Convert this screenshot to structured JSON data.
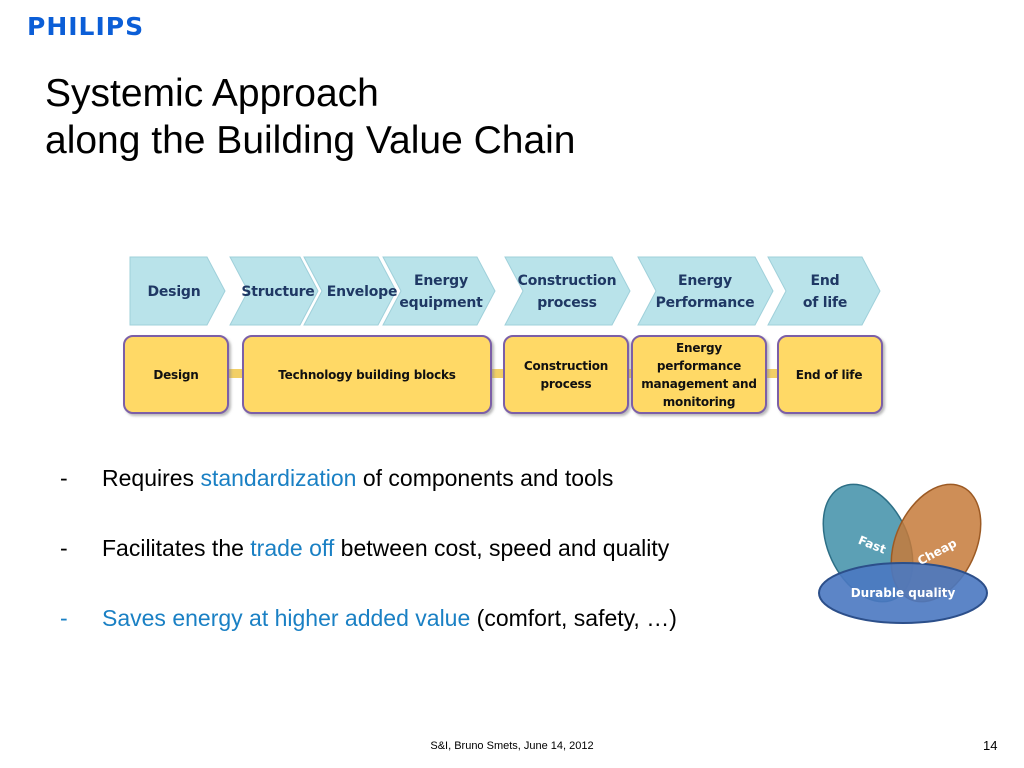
{
  "brand": {
    "logo_text": "PHILIPS"
  },
  "title": {
    "line1": "Systemic Approach",
    "line2": "along the Building Value Chain"
  },
  "chain": {
    "top_steps": [
      {
        "label": "Design"
      },
      {
        "label": "Structure"
      },
      {
        "label": "Envelope"
      },
      {
        "label": "Energy\nequipment"
      },
      {
        "label": "Construction\nprocess"
      },
      {
        "label": "Energy\nPerformance"
      },
      {
        "label": "End\nof life"
      }
    ],
    "bottom_blocks": [
      {
        "label": "Design"
      },
      {
        "label": "Technology building blocks"
      },
      {
        "label": "Construction\nprocess"
      },
      {
        "label": "Energy performance\nmanagement and\nmonitoring"
      },
      {
        "label": "End of life"
      }
    ],
    "colors": {
      "chevron_fill": "#b9e3ea",
      "chevron_stroke": "#9fd0da",
      "block_fill": "#ffd966",
      "block_stroke": "#7b5ea7",
      "connector": "#f2cf66"
    }
  },
  "bullets": [
    {
      "dash": "-",
      "parts": [
        "Requires ",
        "standardization",
        " of components and tools"
      ]
    },
    {
      "dash": "-",
      "parts": [
        "Facilitates the ",
        "trade off",
        " between cost, speed and quality"
      ]
    },
    {
      "dash": "-",
      "parts": [
        "Saves energy at higher added value",
        " (comfort, safety, …)"
      ]
    }
  ],
  "highlight_color": "#1a80c4",
  "venn": {
    "fast": "Fast",
    "cheap": "Cheap",
    "durable": "Durable quality",
    "colors": {
      "fast": "#3f8fa8",
      "cheap": "#c67a3a",
      "durable": "#4a78c1"
    }
  },
  "footer": {
    "text": "S&I, Bruno Smets, June 14, 2012",
    "page": "14"
  }
}
